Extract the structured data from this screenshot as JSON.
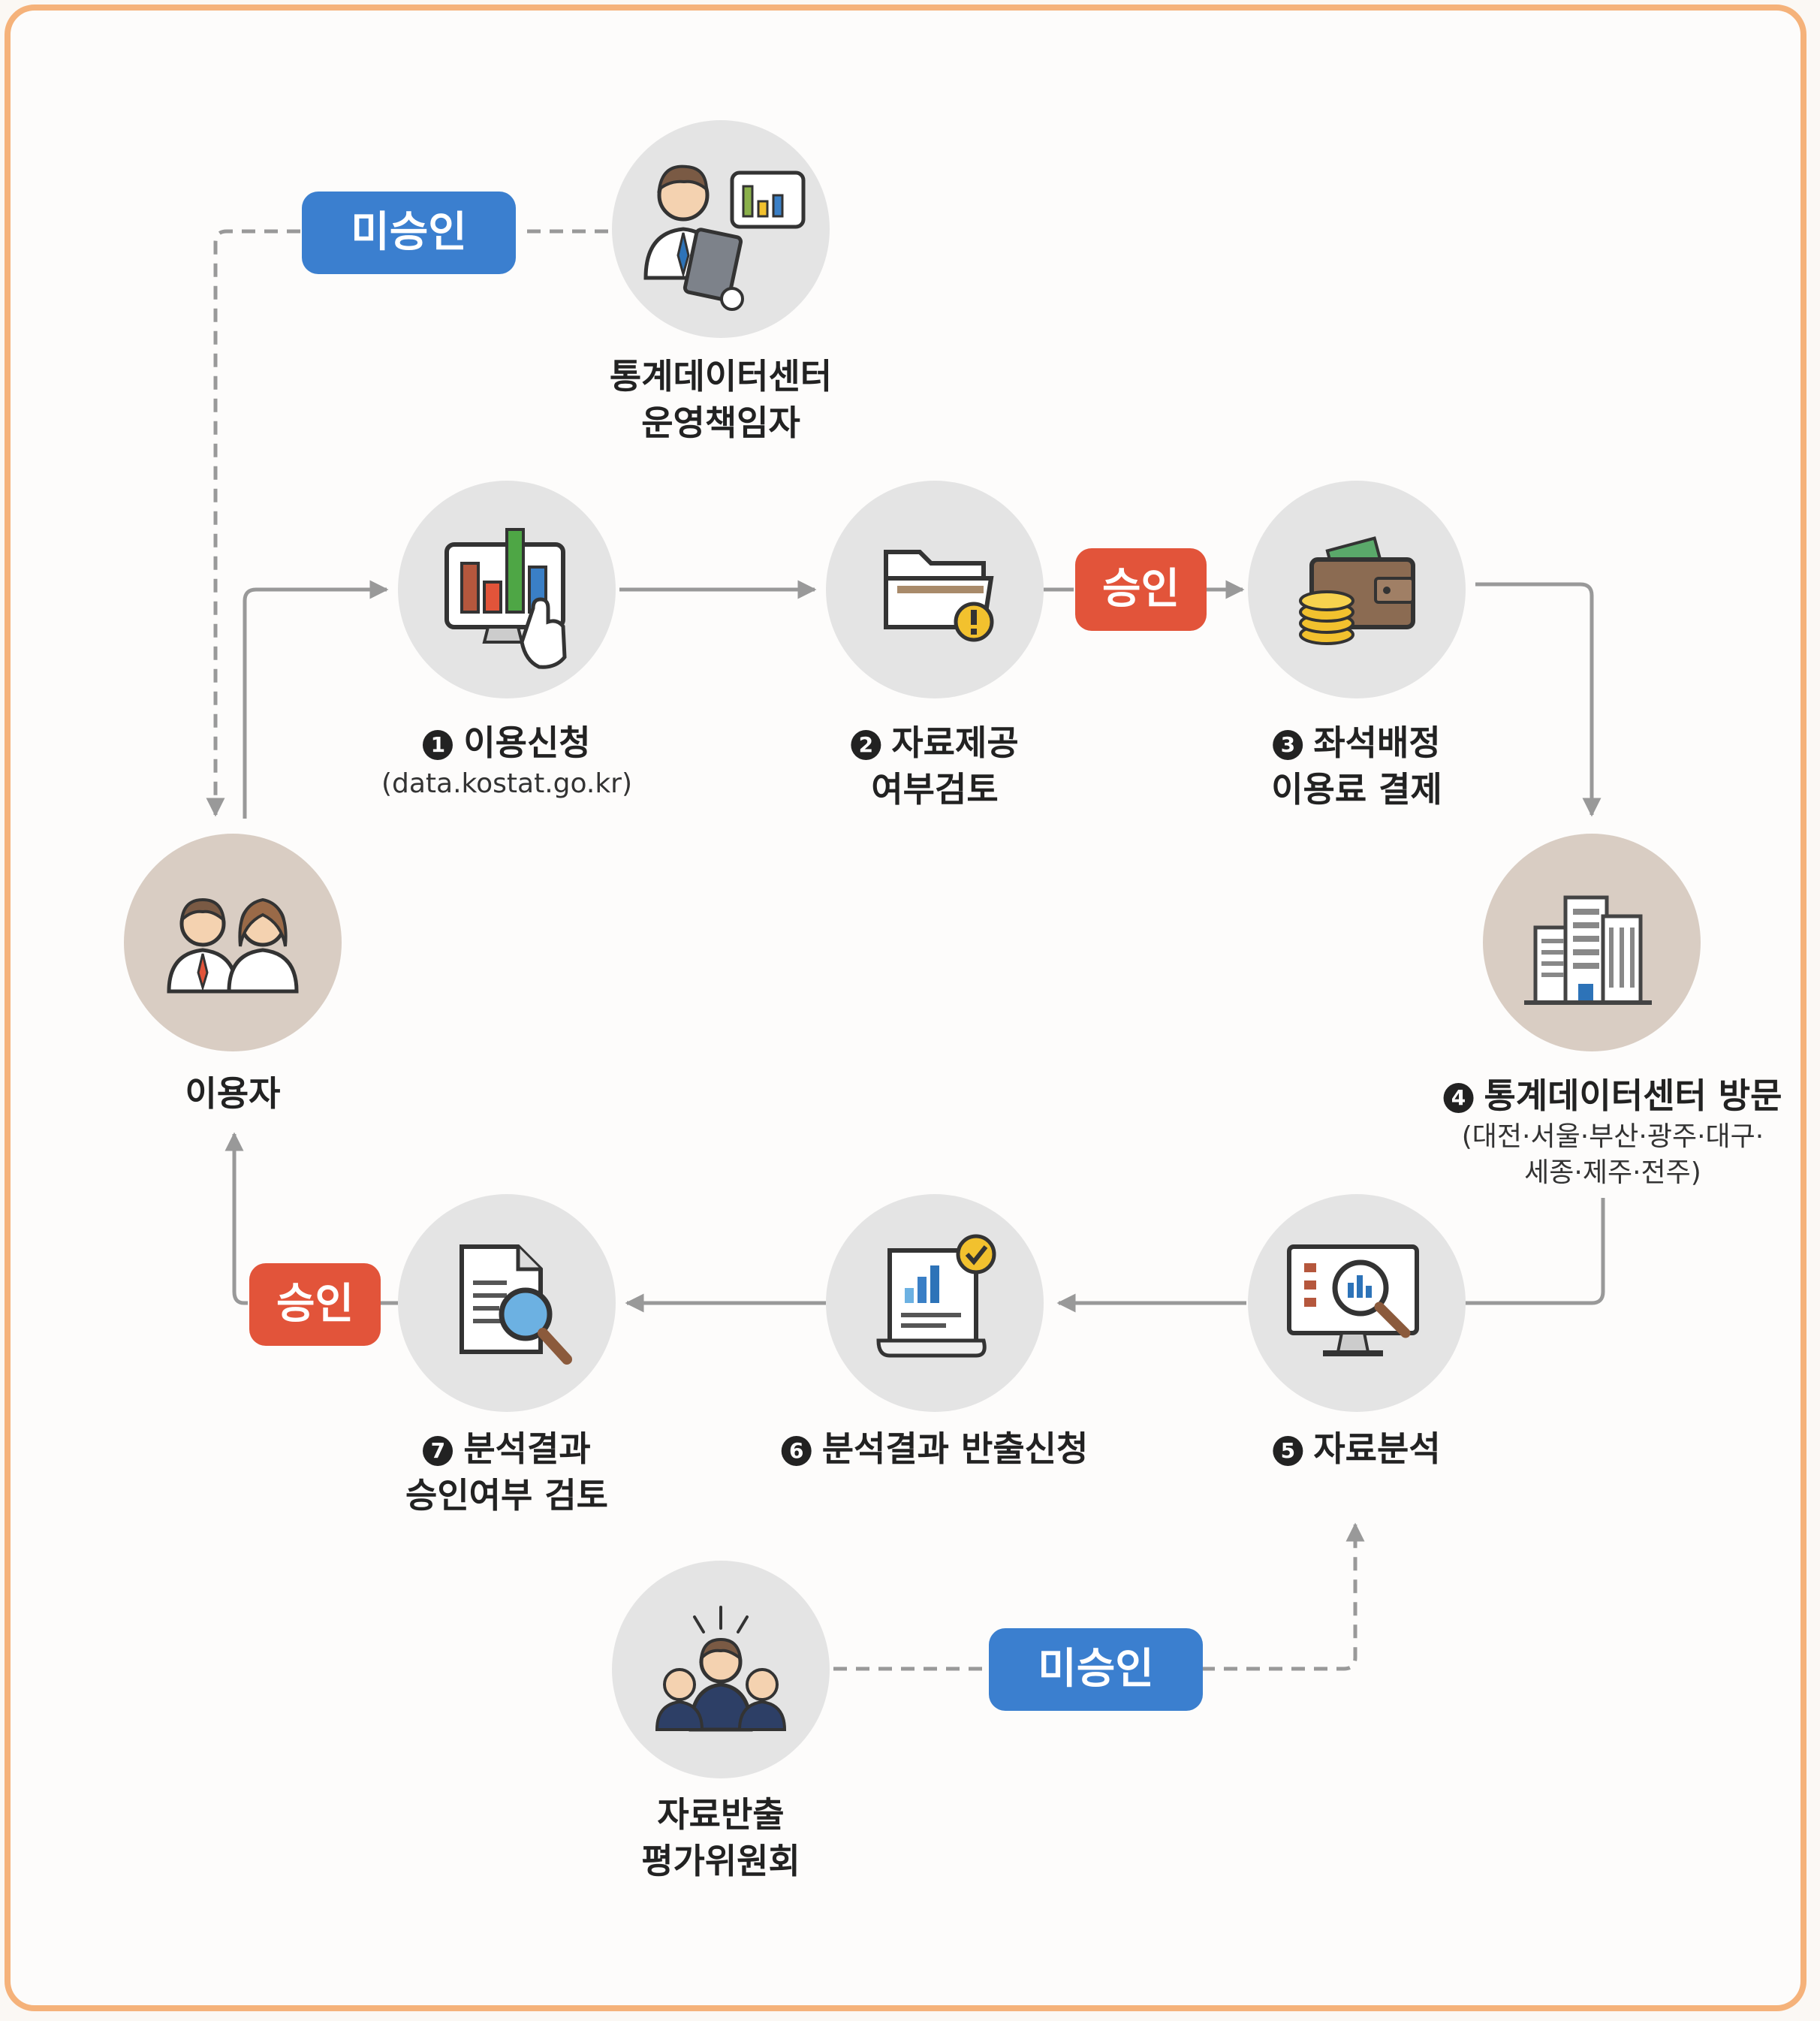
{
  "nodes": {
    "manager": {
      "line1": "통계데이터센터",
      "line2": "운영책임자"
    },
    "user": {
      "line1": "이용자"
    },
    "step1": {
      "num": "1",
      "title": "이용신청",
      "sub": "(data.kostat.go.kr)"
    },
    "step2": {
      "num": "2",
      "title": "자료제공",
      "line2": "여부검토"
    },
    "step3": {
      "num": "3",
      "title": "좌석배정",
      "line2": "이용료 결제"
    },
    "step4": {
      "num": "4",
      "title": "통계데이터센터 방문",
      "sub1": "(대전·서울·부산·광주·대구·",
      "sub2": "세종·제주·전주)"
    },
    "step5": {
      "num": "5",
      "title": "자료분석"
    },
    "step6": {
      "num": "6",
      "title": "분석결과 반출신청"
    },
    "step7": {
      "num": "7",
      "title": "분석결과",
      "line2": "승인여부 검토"
    },
    "committee": {
      "line1": "자료반출",
      "line2": "평가위원회"
    }
  },
  "badges": {
    "unapproved_top": "미승인",
    "approved_mid": "승인",
    "approved_left": "승인",
    "unapproved_bottom": "미승인"
  },
  "colors": {
    "blue_badge": "#3b7fcf",
    "red_badge": "#e2543a",
    "frame": "#f5b27a",
    "circle": "#e4e4e4",
    "circle_tan": "#d9cdc3",
    "connector": "#999999"
  }
}
